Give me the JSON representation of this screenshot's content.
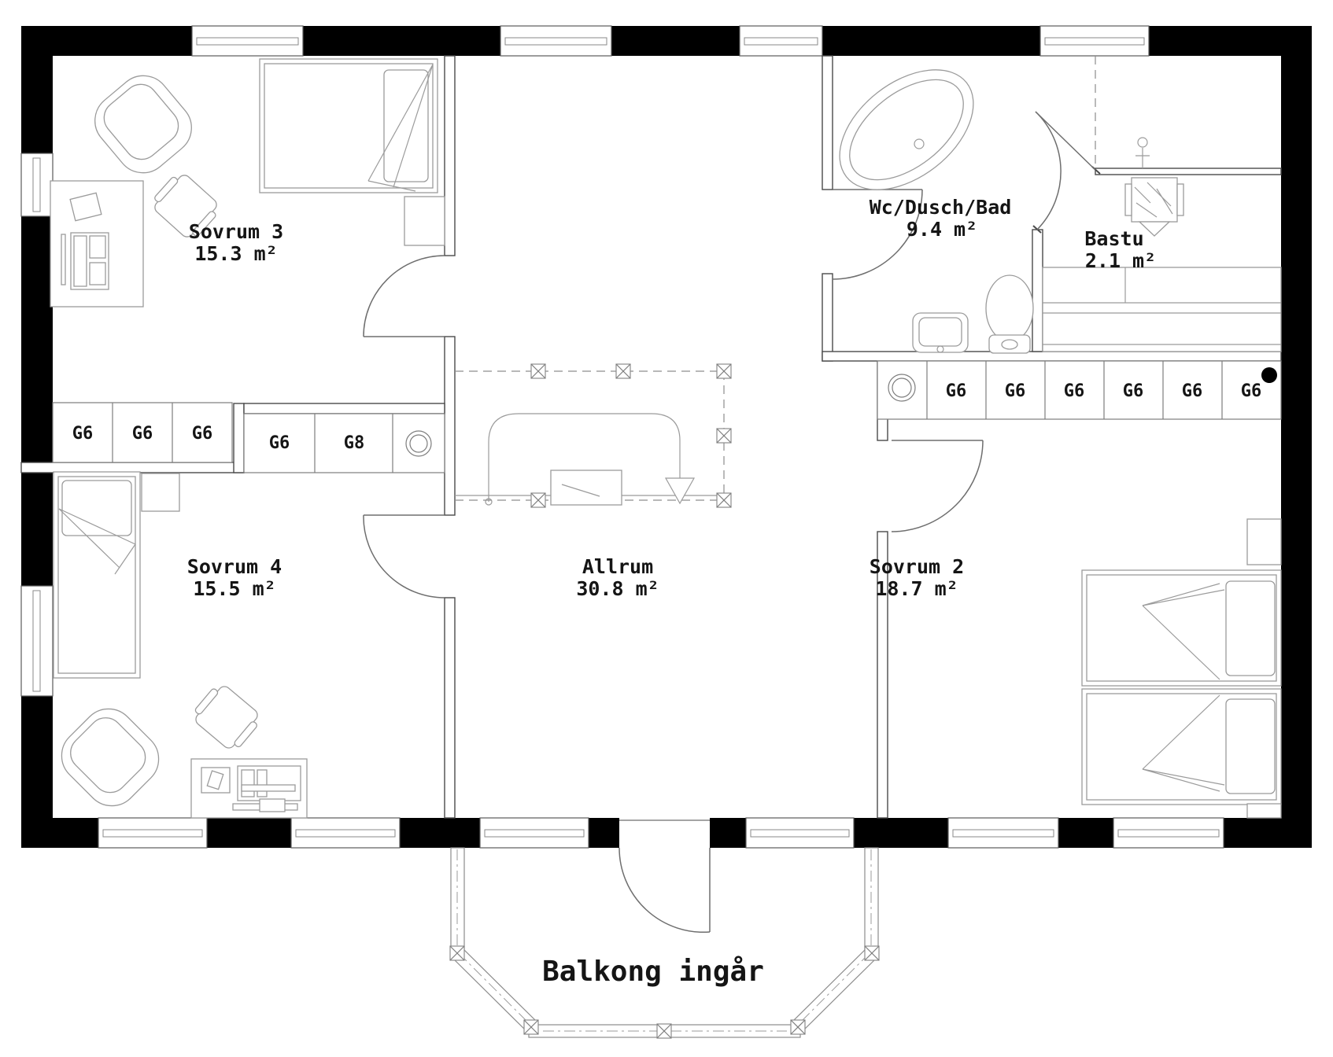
{
  "plan": {
    "rooms": {
      "sovrum3": {
        "name": "Sovrum 3",
        "area": "15.3 m²"
      },
      "sovrum4": {
        "name": "Sovrum 4",
        "area": "15.5 m²"
      },
      "allrum": {
        "name": "Allrum",
        "area": "30.8 m²"
      },
      "sovrum2": {
        "name": "Sovrum 2",
        "area": "18.7 m²"
      },
      "wc": {
        "name": "Wc/Dusch/Bad",
        "area": "9.4 m²"
      },
      "bastu": {
        "name": "Bastu",
        "area": "2.1 m²"
      }
    },
    "balcony": {
      "label": "Balkong ingår"
    },
    "wardrobes": {
      "sovrum3_row": [
        "G6",
        "G6",
        "G6"
      ],
      "hall_row": [
        "G6",
        "G8"
      ],
      "sovrum2_row": [
        "G6",
        "G6",
        "G6",
        "G6",
        "G6",
        "G6"
      ]
    },
    "colors": {
      "wall": "#000000",
      "line": "#8a8a8a",
      "text": "#151515",
      "background": "#ffffff"
    }
  }
}
